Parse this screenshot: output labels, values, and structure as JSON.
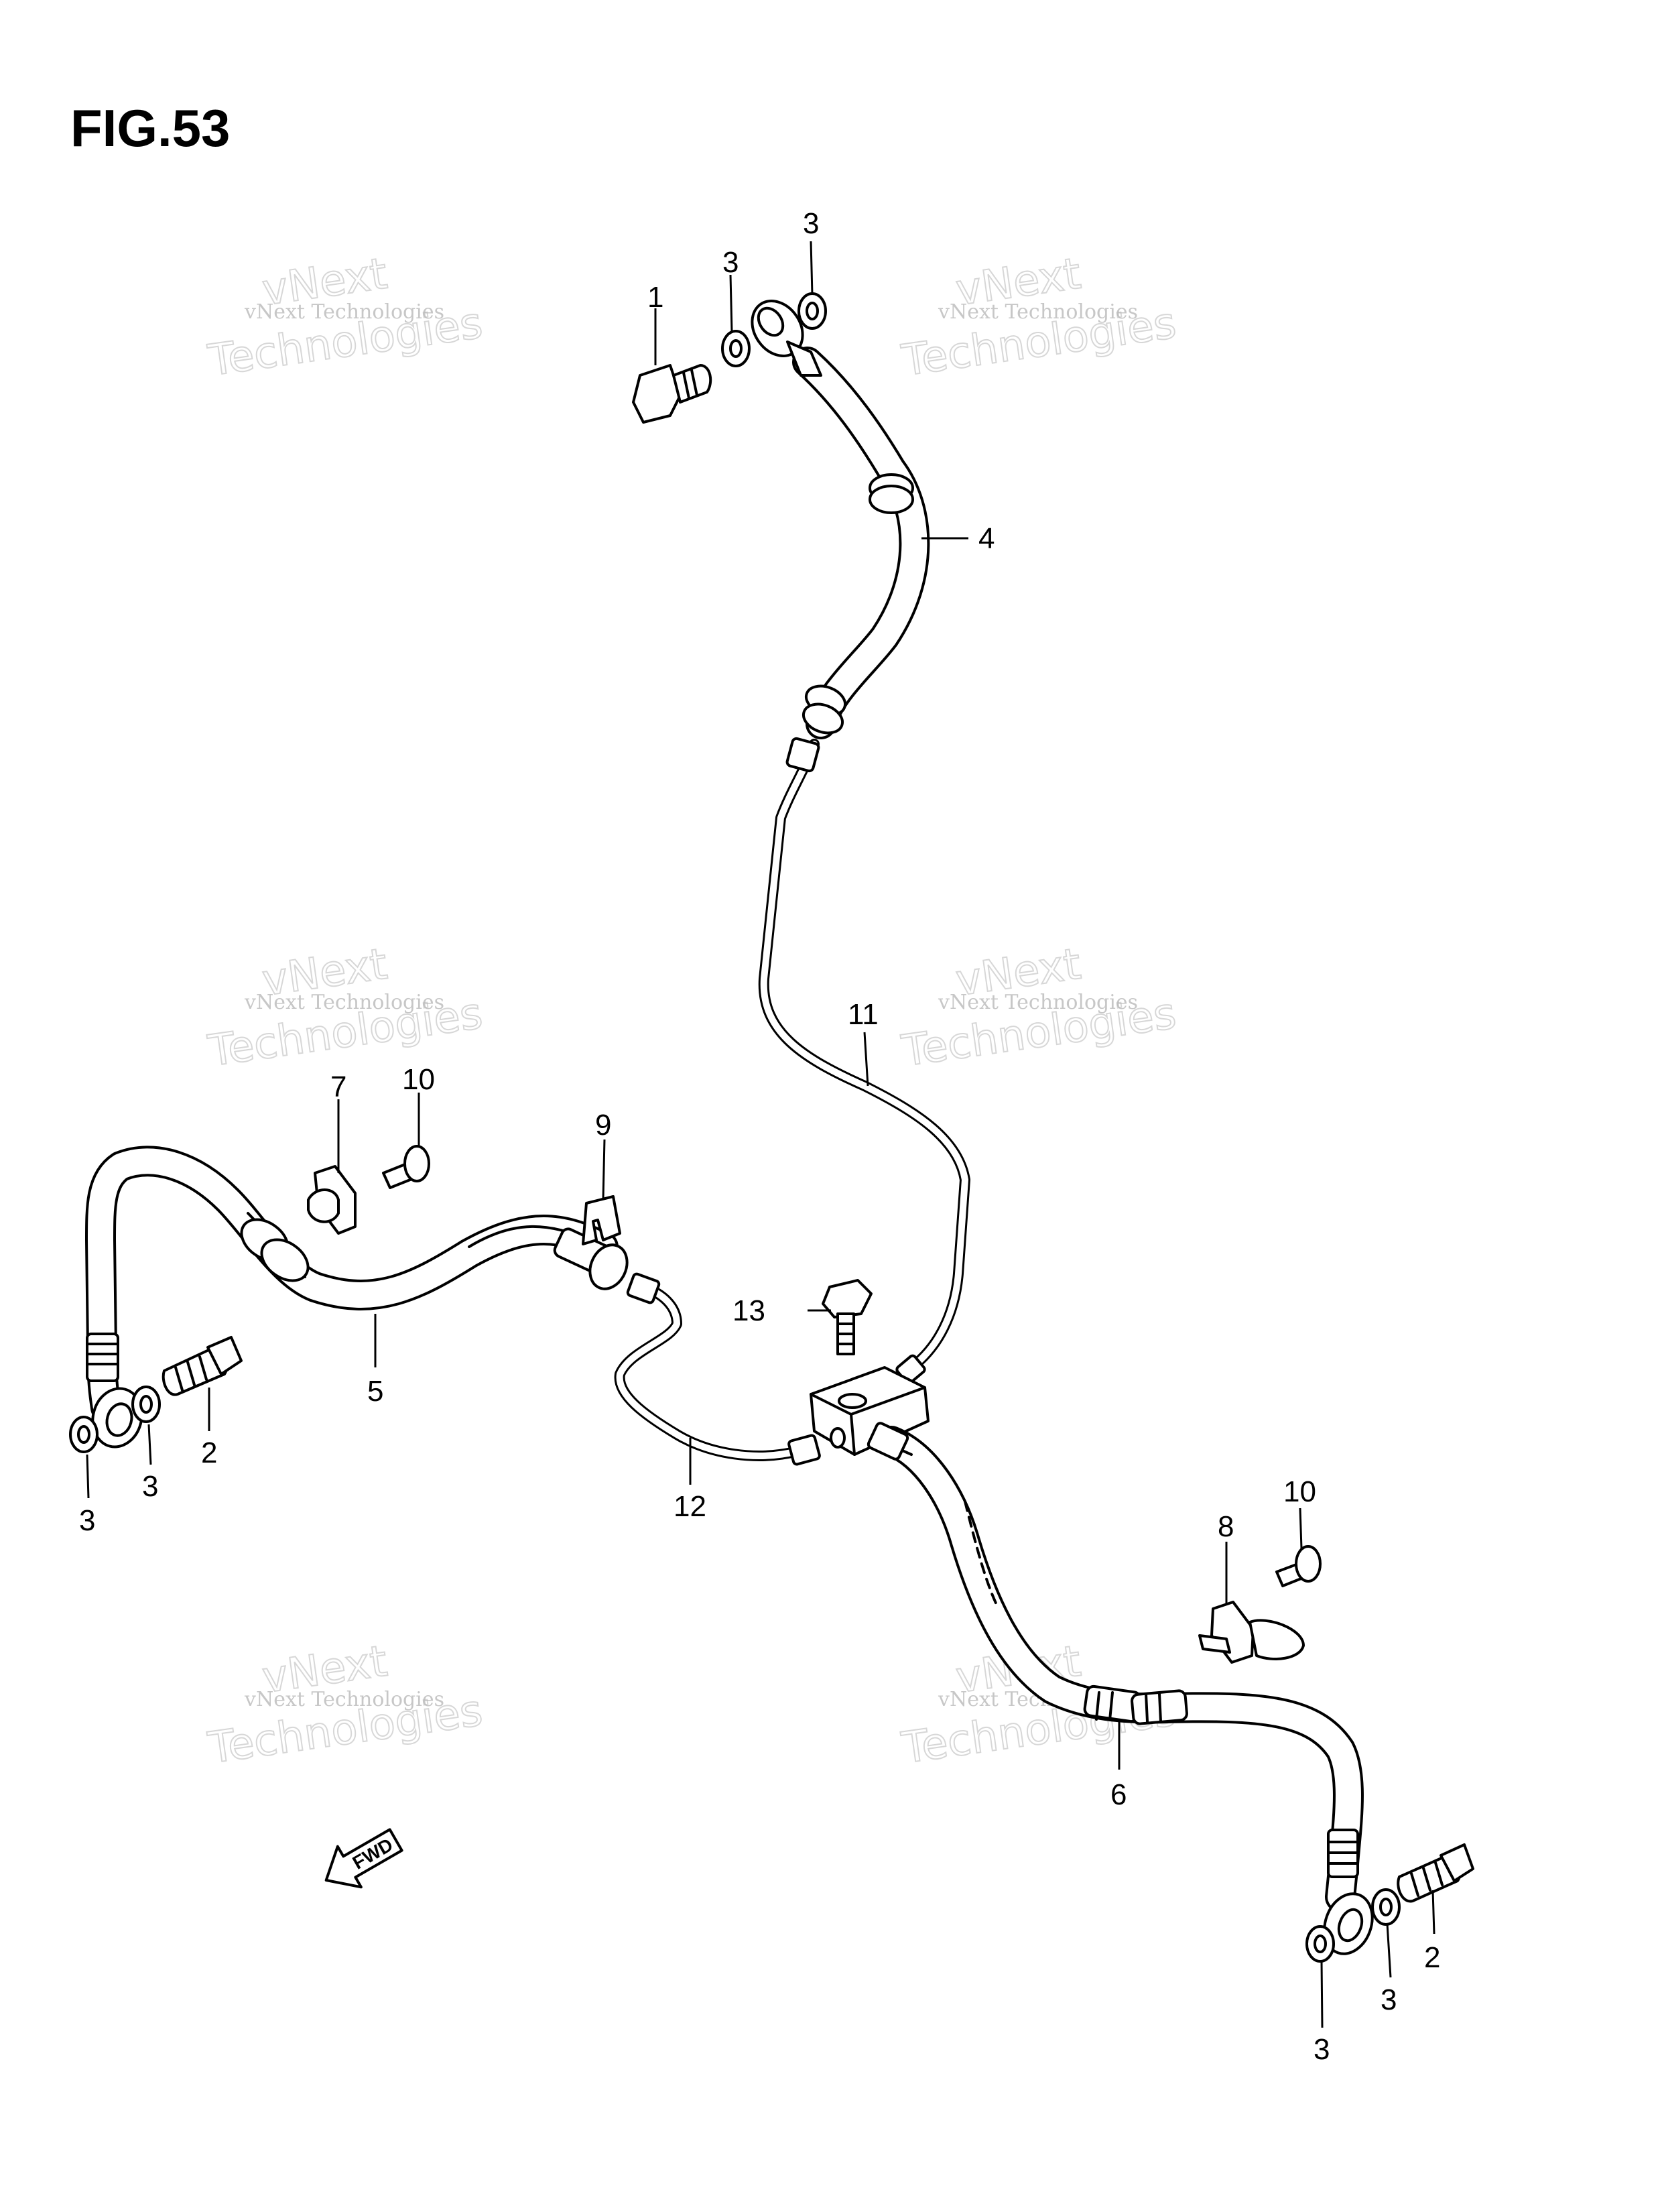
{
  "figure": {
    "title": "FIG.53"
  },
  "watermark": {
    "line1": "vNext Technologies",
    "line2": "vNext",
    "line3": "Technologies"
  },
  "direction": {
    "label": "FWD"
  },
  "callouts": [
    {
      "id": "c1",
      "label": "1"
    },
    {
      "id": "c3a",
      "label": "3"
    },
    {
      "id": "c3b",
      "label": "3"
    },
    {
      "id": "c4",
      "label": "4"
    },
    {
      "id": "c11",
      "label": "11"
    },
    {
      "id": "c7",
      "label": "7"
    },
    {
      "id": "c10a",
      "label": "10"
    },
    {
      "id": "c9",
      "label": "9"
    },
    {
      "id": "c5",
      "label": "5"
    },
    {
      "id": "c2a",
      "label": "2"
    },
    {
      "id": "c3c",
      "label": "3"
    },
    {
      "id": "c3d",
      "label": "3"
    },
    {
      "id": "c13",
      "label": "13"
    },
    {
      "id": "c12",
      "label": "12"
    },
    {
      "id": "c8",
      "label": "8"
    },
    {
      "id": "c10b",
      "label": "10"
    },
    {
      "id": "c6",
      "label": "6"
    },
    {
      "id": "c2b",
      "label": "2"
    },
    {
      "id": "c3e",
      "label": "3"
    },
    {
      "id": "c3f",
      "label": "3"
    }
  ]
}
